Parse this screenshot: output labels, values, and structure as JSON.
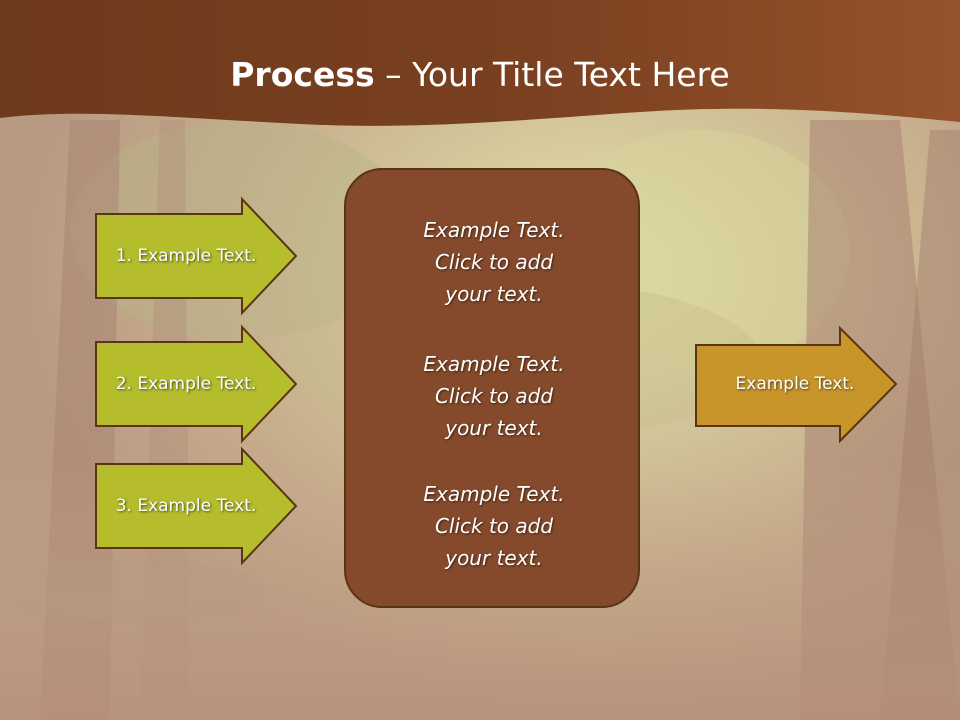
{
  "title": {
    "bold": "Process",
    "dash": " – ",
    "rest": "Your Title Text Here"
  },
  "left_arrows": [
    {
      "label": "1. Example Text."
    },
    {
      "label": "2. Example Text."
    },
    {
      "label": "3. Example Text."
    }
  ],
  "center_box": {
    "blocks": [
      {
        "lines": [
          "Example Text.",
          "Click  to add",
          "your text."
        ]
      },
      {
        "lines": [
          "Example Text.",
          "Click  to add",
          "your text."
        ]
      },
      {
        "lines": [
          "Example Text.",
          "Click  to add",
          "your text."
        ]
      }
    ]
  },
  "right_arrow": {
    "label": "Example Text."
  },
  "colors": {
    "header_brown": "#7a3f1e",
    "left_arrow_fill": "#b5bd2c",
    "right_arrow_fill": "#c8952a",
    "center_box_fill": "#854a2b",
    "outline": "#5a3414"
  }
}
